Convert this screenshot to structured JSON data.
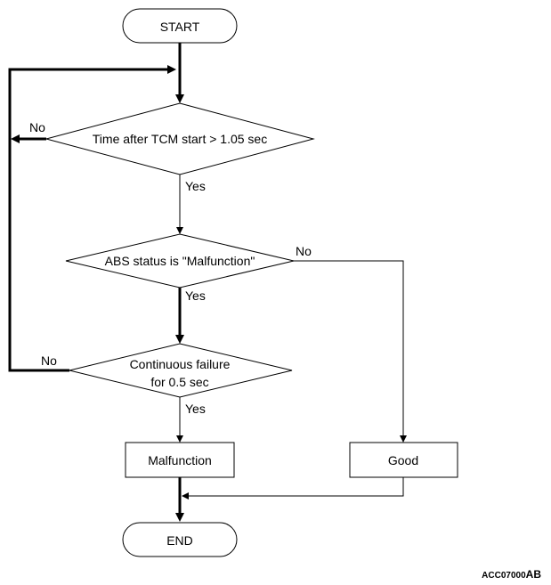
{
  "nodes": {
    "start": "START",
    "decision_time": "Time after TCM start > 1.05 sec",
    "decision_abs": "ABS status is \"Malfunction\"",
    "decision_failure_line1": "Continuous failure",
    "decision_failure_line2": "for 0.5 sec",
    "malfunction": "Malfunction",
    "good": "Good",
    "end": "END"
  },
  "edge_labels": {
    "time_no": "No",
    "time_yes": "Yes",
    "abs_no": "No",
    "abs_yes": "Yes",
    "failure_no": "No",
    "failure_yes": "Yes"
  },
  "figure_id_main": "ACC07000",
  "figure_id_suffix": "AB"
}
